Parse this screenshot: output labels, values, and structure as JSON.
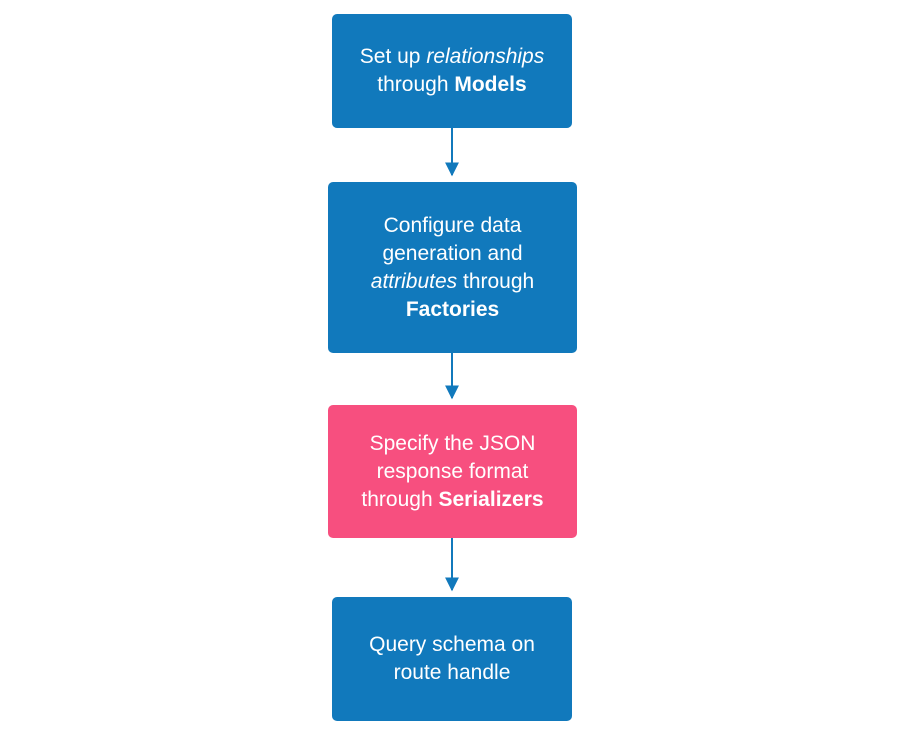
{
  "diagram": {
    "type": "flowchart",
    "orientation": "top-to-bottom",
    "background": "#ffffff",
    "colors": {
      "primary_blue": "#1179bc",
      "accent_pink": "#f74f7f",
      "node_text": "#ffffff",
      "edge": "#1179bc"
    },
    "nodes": [
      {
        "id": "models",
        "color": "#1179bc",
        "lines": [
          {
            "segments": [
              {
                "text": "Set up ",
                "style": "normal"
              },
              {
                "text": "relationships",
                "style": "italic"
              }
            ]
          },
          {
            "segments": [
              {
                "text": "through ",
                "style": "normal"
              },
              {
                "text": "Models",
                "style": "bold"
              }
            ]
          }
        ],
        "plain_text": "Set up relationships through Models"
      },
      {
        "id": "factories",
        "color": "#1179bc",
        "lines": [
          {
            "segments": [
              {
                "text": "Configure data",
                "style": "normal"
              }
            ]
          },
          {
            "segments": [
              {
                "text": "generation and",
                "style": "normal"
              }
            ]
          },
          {
            "segments": [
              {
                "text": "attributes",
                "style": "italic"
              },
              {
                "text": " through",
                "style": "normal"
              }
            ]
          },
          {
            "segments": [
              {
                "text": "Factories",
                "style": "bold"
              }
            ]
          }
        ],
        "plain_text": "Configure data generation and attributes through Factories"
      },
      {
        "id": "serializers",
        "color": "#f74f7f",
        "lines": [
          {
            "segments": [
              {
                "text": "Specify the JSON",
                "style": "normal"
              }
            ]
          },
          {
            "segments": [
              {
                "text": "response format",
                "style": "normal"
              }
            ]
          },
          {
            "segments": [
              {
                "text": "through ",
                "style": "normal"
              },
              {
                "text": "Serializers",
                "style": "bold"
              }
            ]
          }
        ],
        "plain_text": "Specify the JSON response format through Serializers"
      },
      {
        "id": "query",
        "color": "#1179bc",
        "lines": [
          {
            "segments": [
              {
                "text": "Query schema on",
                "style": "normal"
              }
            ]
          },
          {
            "segments": [
              {
                "text": "route handle",
                "style": "normal"
              }
            ]
          }
        ],
        "plain_text": "Query schema on route handle"
      }
    ],
    "edges": [
      {
        "id": "edge-models-factories",
        "from": "models",
        "to": "factories",
        "arrowhead": "triangle"
      },
      {
        "id": "edge-factories-serializers",
        "from": "factories",
        "to": "serializers",
        "arrowhead": "triangle"
      },
      {
        "id": "edge-serializers-query",
        "from": "serializers",
        "to": "query",
        "arrowhead": "triangle"
      }
    ]
  }
}
